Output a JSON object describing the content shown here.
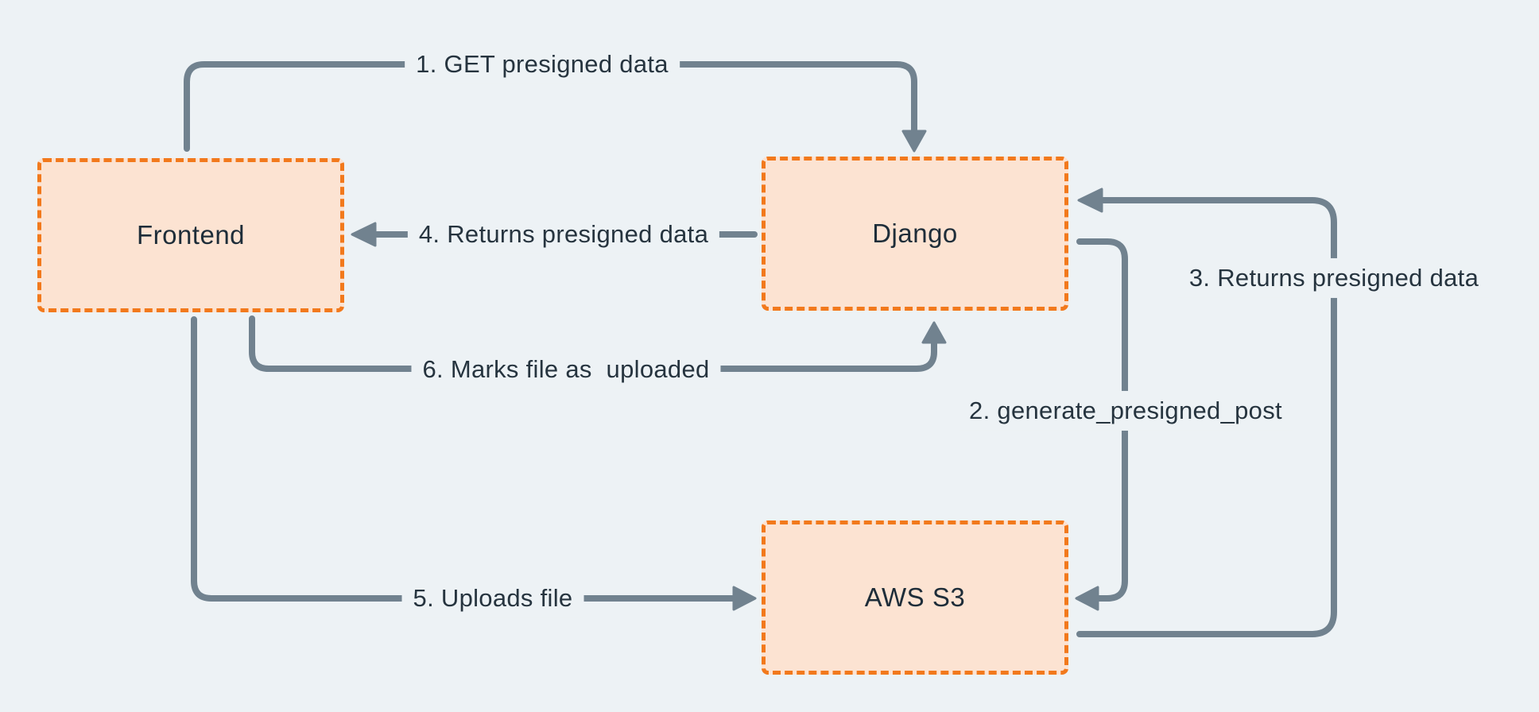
{
  "diagram": {
    "background_color": "#EDF2F5",
    "box_fill_color": "#FCE3D2",
    "box_border_color": "#F2791C",
    "arrow_color": "#71828F",
    "text_color": "#26343F"
  },
  "nodes": [
    {
      "id": "frontend",
      "label": "Frontend"
    },
    {
      "id": "django",
      "label": "Django"
    },
    {
      "id": "awss3",
      "label": "AWS S3"
    }
  ],
  "edges": [
    {
      "id": "edge-1",
      "label": "1. GET presigned data",
      "from": "Frontend",
      "to": "Django"
    },
    {
      "id": "edge-2",
      "label": "2. generate_presigned_post",
      "from": "Django",
      "to": "AWS S3"
    },
    {
      "id": "edge-3",
      "label": "3. Returns presigned data",
      "from": "AWS S3",
      "to": "Django"
    },
    {
      "id": "edge-4",
      "label": "4. Returns presigned data",
      "from": "Django",
      "to": "Frontend"
    },
    {
      "id": "edge-5",
      "label": "5. Uploads file",
      "from": "Frontend",
      "to": "AWS S3"
    },
    {
      "id": "edge-6",
      "label": "6. Marks file as  uploaded",
      "from": "Frontend",
      "to": "Django"
    }
  ]
}
